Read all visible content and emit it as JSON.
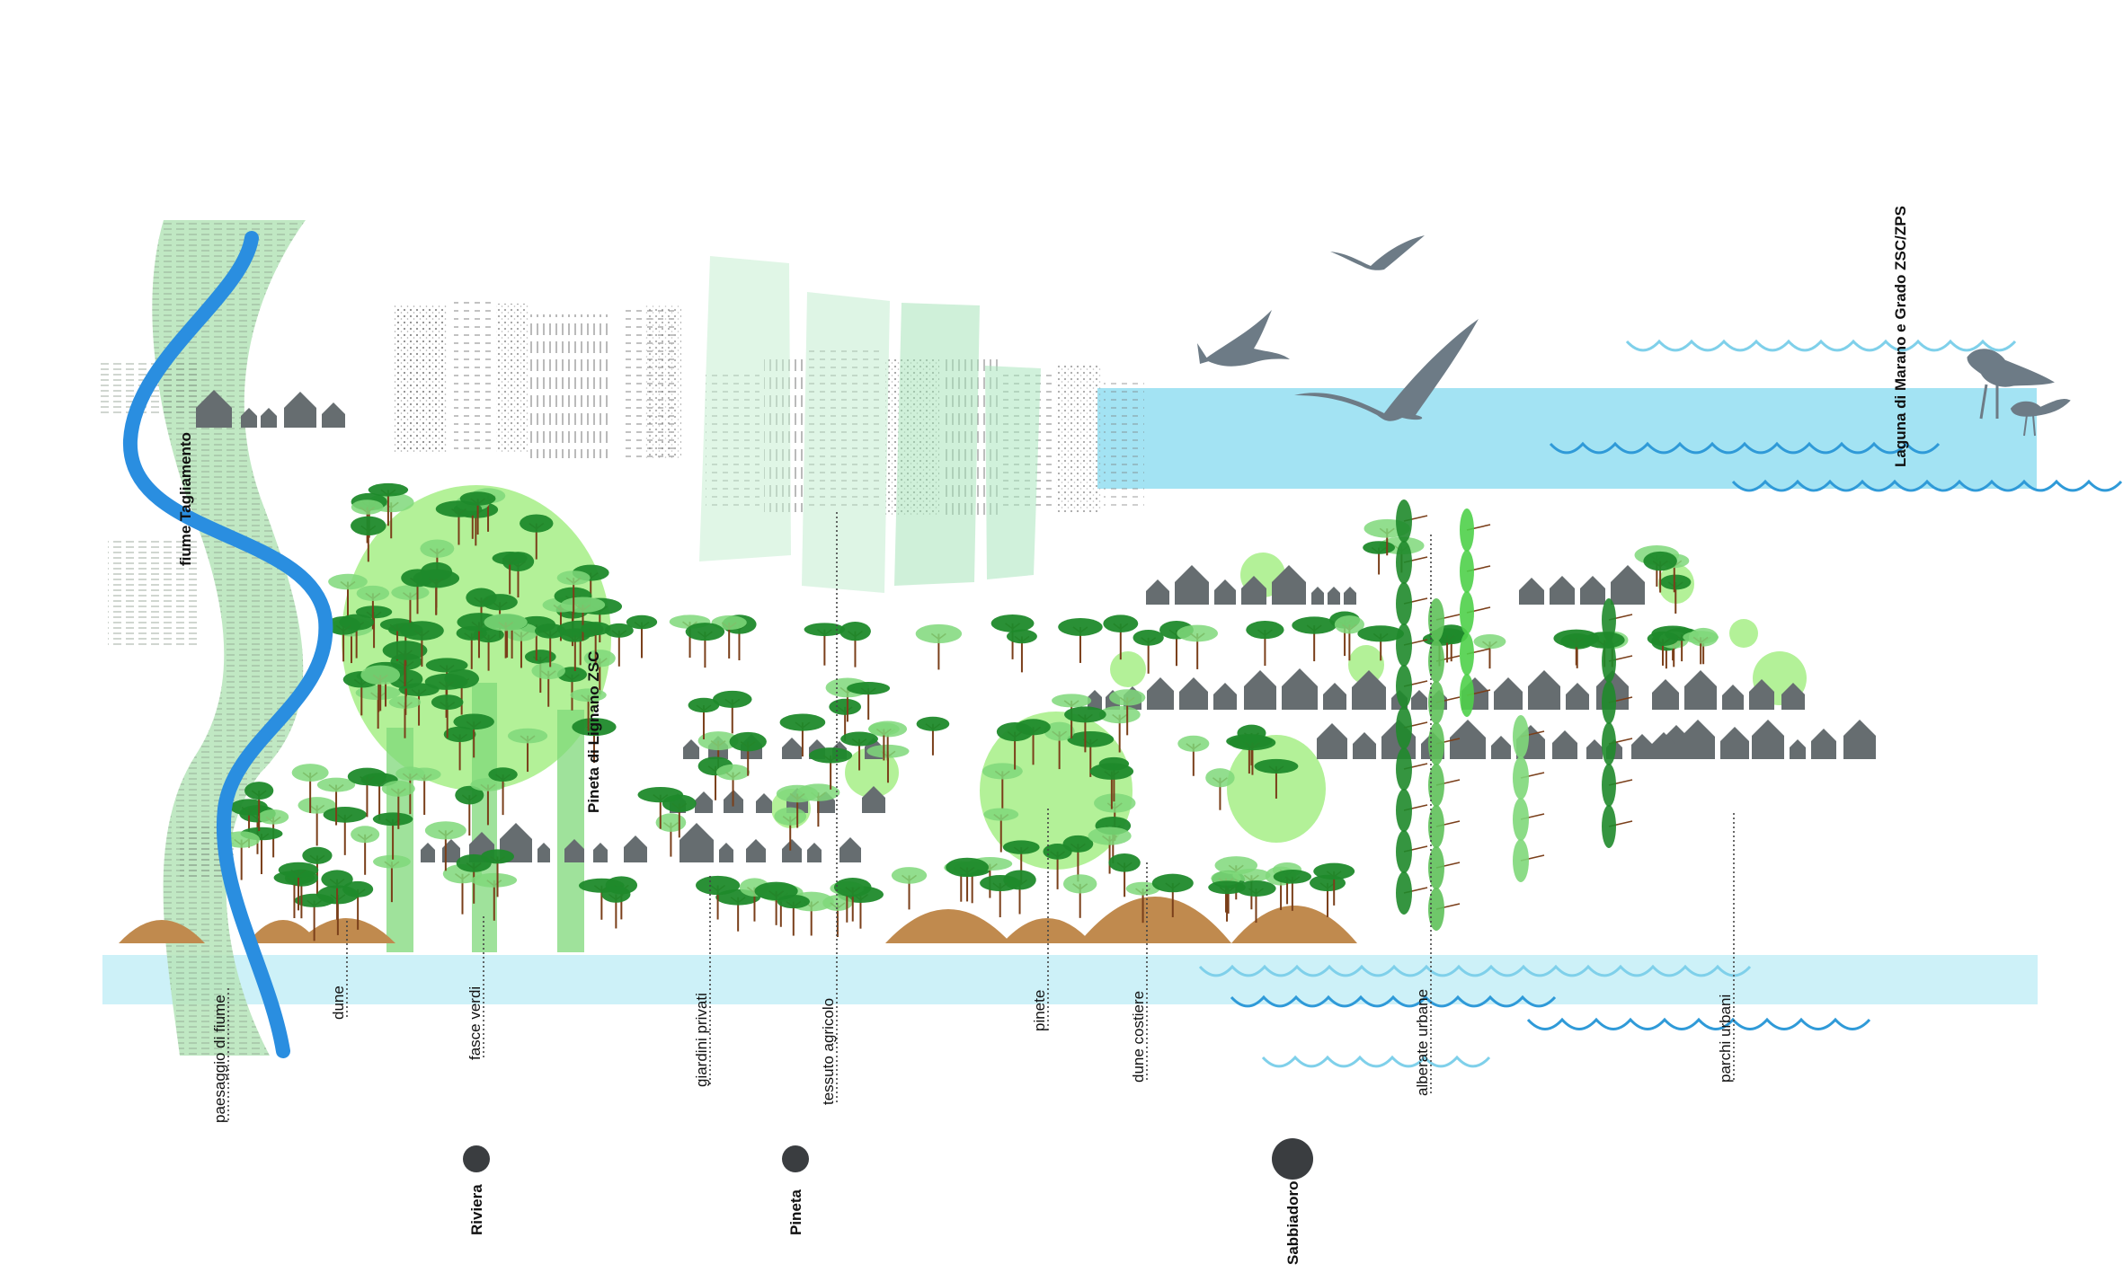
{
  "labels": {
    "river": "fiume Tagliamento",
    "pineta_zsc": "Pineta di Lignano ZSC",
    "laguna": "Laguna di Marano e Grado ZSC/ZPS"
  },
  "categories": [
    {
      "label": "paesaggio di fiume"
    },
    {
      "label": "dune"
    },
    {
      "label": "fasce verdi"
    },
    {
      "label": "giardini privati"
    },
    {
      "label": "tessuto agricolo"
    },
    {
      "label": "pinete"
    },
    {
      "label": "dune costiere"
    },
    {
      "label": "alberate urbane"
    },
    {
      "label": "parchi urbani"
    }
  ],
  "places": [
    {
      "label": "Riviera"
    },
    {
      "label": "Pineta"
    },
    {
      "label": "Sabbiadoro"
    }
  ],
  "colors": {
    "river": "#2a8ee0",
    "river_band": "#b9e6bd",
    "sea": "#cdf1f8",
    "lagoon": "#a3e3f3",
    "tree_dark": "#1f8a2b",
    "tree_light": "#7fd87a",
    "canopy": "#a6ee86",
    "trunk": "#7a3f1a",
    "dune": "#c08a4e",
    "house": "#666d70",
    "bird": "#6d7b86",
    "wave_light": "#7fd0ea",
    "wave_dark": "#2f9ad8",
    "dot": "#3a3d40"
  }
}
